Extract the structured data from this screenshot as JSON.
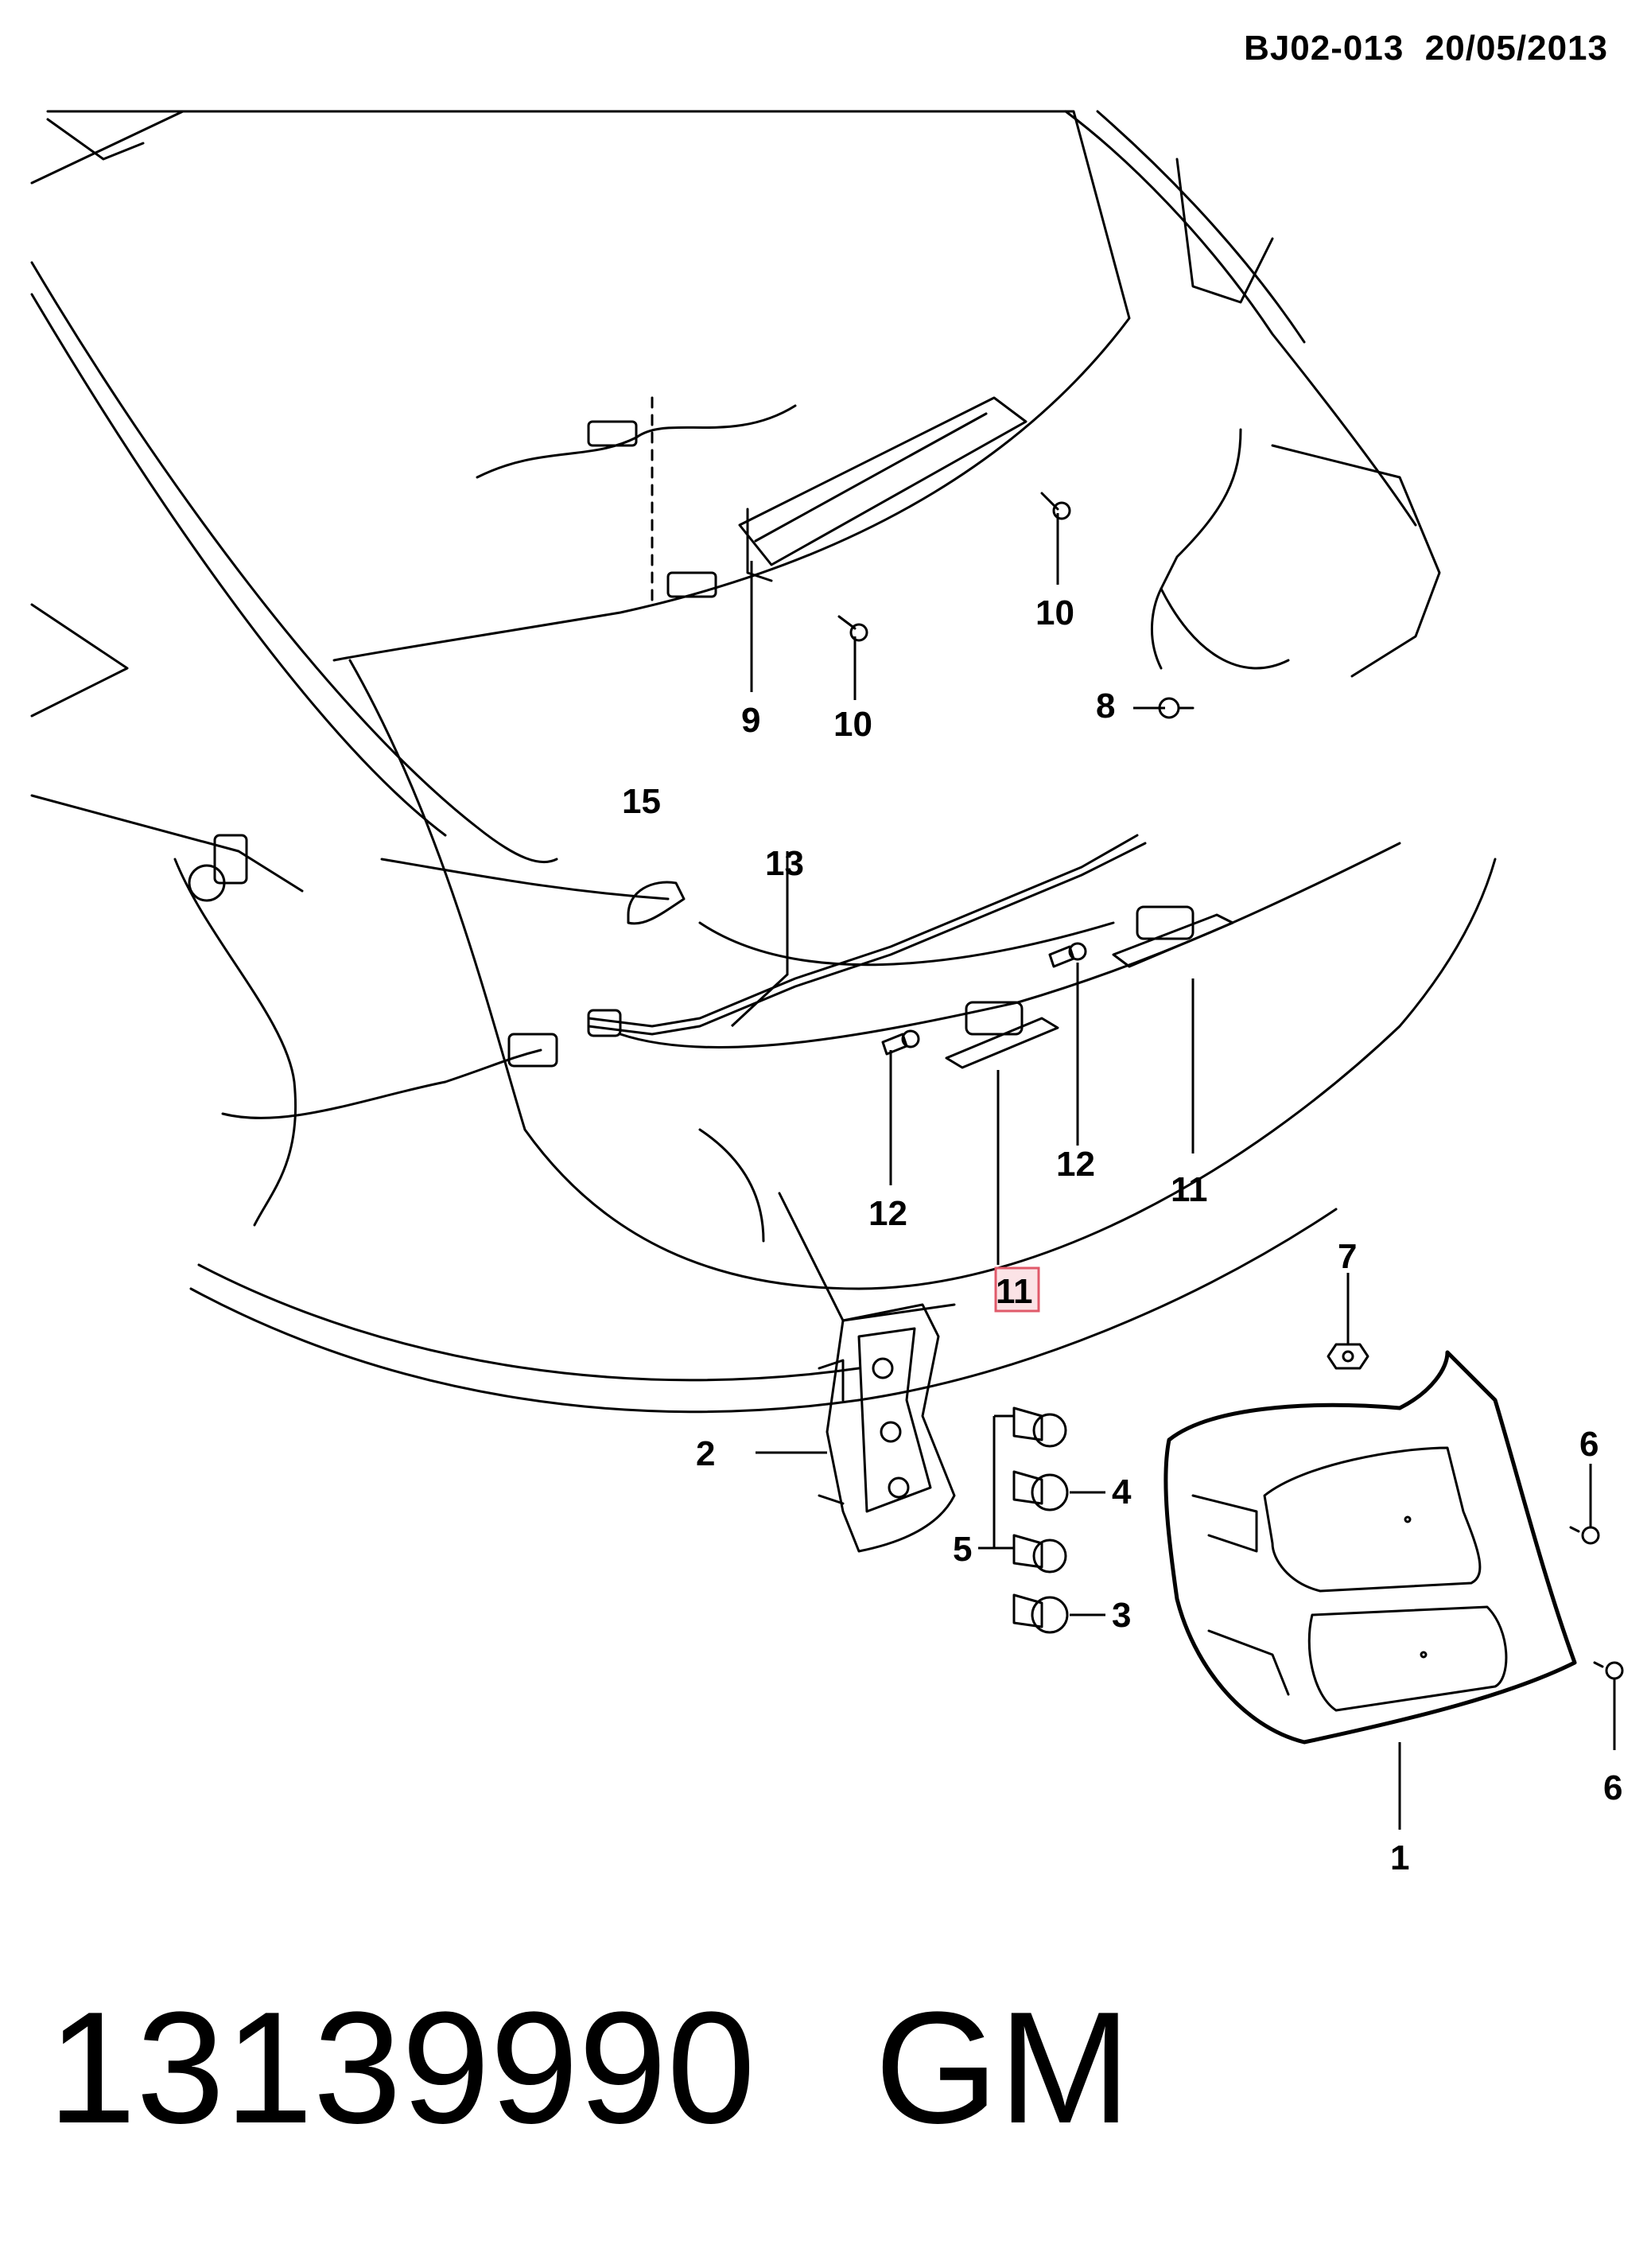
{
  "header": {
    "diagram_code": "BJ02-013",
    "date": "20/05/2013"
  },
  "footer": {
    "part_number": "13139990",
    "brand": "GM"
  },
  "callouts": {
    "c1": "1",
    "c2": "2",
    "c3": "3",
    "c4": "4",
    "c5": "5",
    "c6a": "6",
    "c6b": "6",
    "c7": "7",
    "c8": "8",
    "c9": "9",
    "c10a": "10",
    "c10b": "10",
    "c11a": "11",
    "c11b": "11",
    "c12a": "12",
    "c12b": "12",
    "c13": "13",
    "c15": "15"
  },
  "highlight": {
    "color": "#e05a6a",
    "fill": "#fbe3e6",
    "callout": "11"
  }
}
